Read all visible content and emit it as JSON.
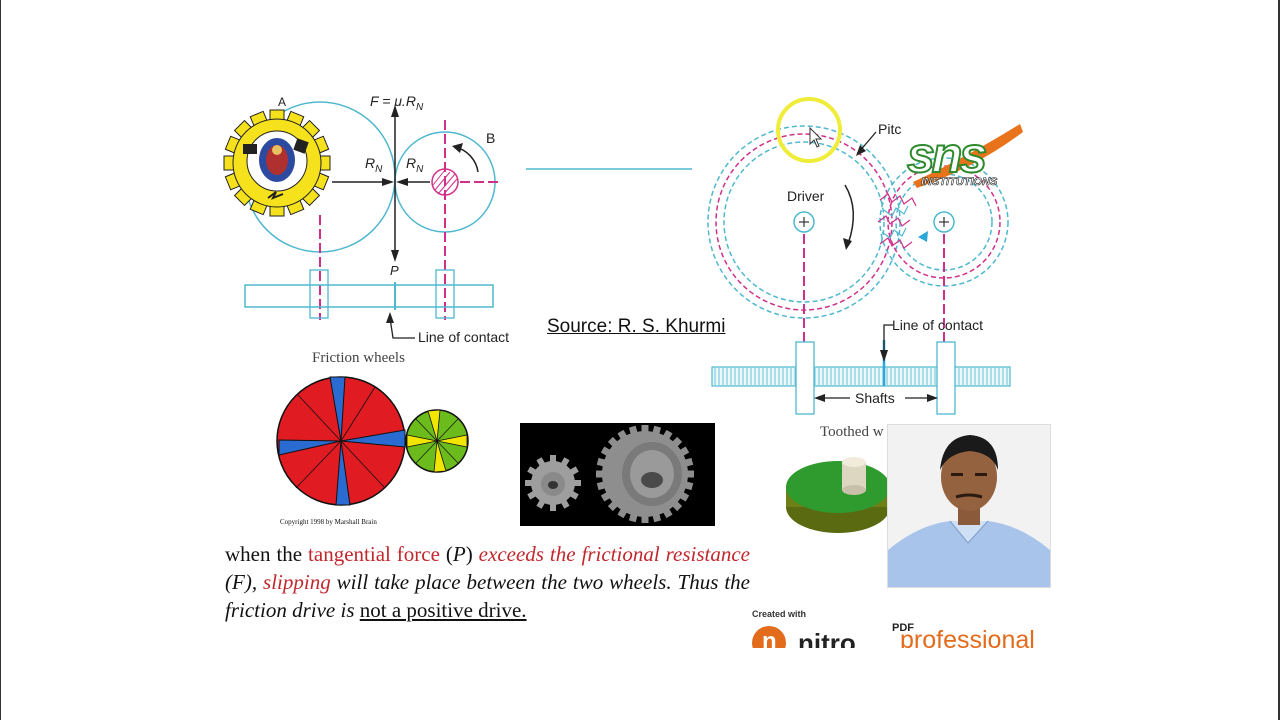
{
  "diagram": {
    "force_label": "F = μ.R",
    "force_sub": "N",
    "point_a": "A",
    "point_b": "B",
    "rn_left": "R",
    "rn_right": "R",
    "rn_sub": "N",
    "point_p": "P",
    "line_of_contact_left": "Line of contact",
    "caption_left": "Friction wheels",
    "pitch_label": "Pitc",
    "driver_label": "Driver",
    "line_of_contact_right": "Line of contact",
    "shafts_label": "Shafts",
    "caption_right": "Toothed w"
  },
  "source_text": "Source: R. S. Khurmi",
  "copyright_text": "Copyright 1998 by Marshall Brain",
  "paragraph": {
    "p1": "when the ",
    "p2": "tangential force",
    "p3": " (",
    "p4": "P",
    "p5": ") ",
    "p6": "exceeds the frictional resistance",
    "p7": " (F), ",
    "p8": "slipping",
    "p9": " will take place between the two wheels. Thus the friction drive is ",
    "p10": "not a positive drive."
  },
  "logos": {
    "sns_big": "sns",
    "sns_sub": "INSTITUTIONS",
    "nitro_created": "Created with",
    "nitro_letter": "n",
    "nitro_brand": "nitro",
    "nitro_pdf": "PDF",
    "nitro_prof": "professional"
  },
  "colors": {
    "diagram_cyan": "#4fb8cf",
    "diagram_magenta": "#d0308a",
    "text_red": "#c0282d",
    "cursor_highlight": "#f0ec3a",
    "logo_yellow": "#f6e21c",
    "nitro_orange": "#e36b1c"
  },
  "icons": [
    "college-seal-icon",
    "mouse-cursor-icon",
    "webcam-presenter"
  ]
}
